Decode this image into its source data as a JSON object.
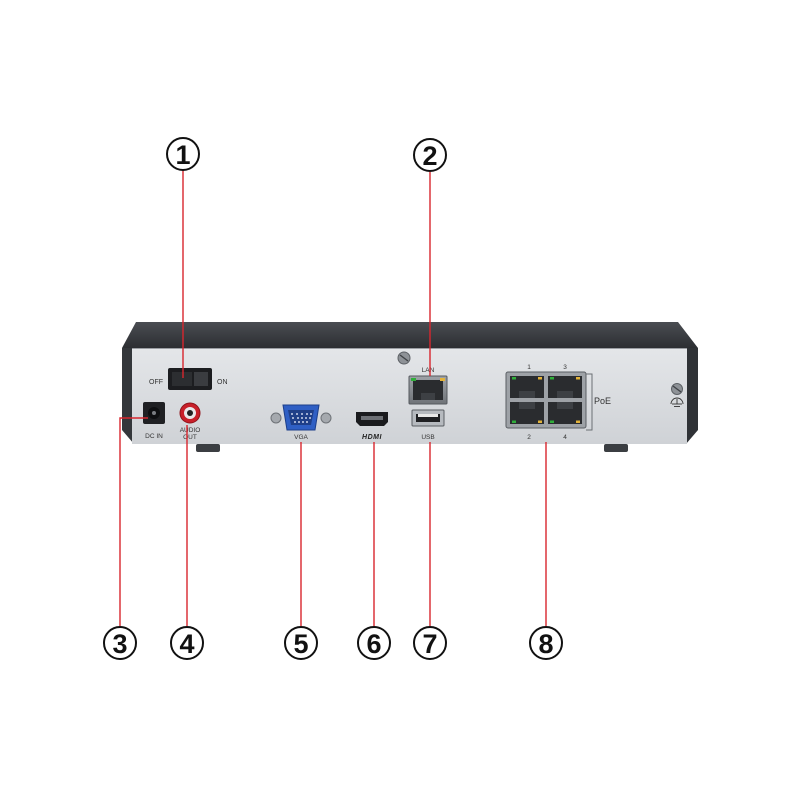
{
  "panel_labels": {
    "off": "OFF",
    "on": "ON",
    "dc_in": "DC IN",
    "audio": "AUDIO",
    "out": "OUT",
    "vga": "VGA",
    "hdmi": "HDMI",
    "lan": "LAN",
    "usb": "USB",
    "poe": "PoE",
    "port_1": "1",
    "port_2": "2",
    "port_3": "3",
    "port_4": "4"
  },
  "callouts": [
    {
      "number": "1",
      "port": "power-switch"
    },
    {
      "number": "2",
      "port": "lan-port"
    },
    {
      "number": "3",
      "port": "dc-in-port"
    },
    {
      "number": "4",
      "port": "audio-out-port"
    },
    {
      "number": "5",
      "port": "vga-port"
    },
    {
      "number": "6",
      "port": "hdmi-port"
    },
    {
      "number": "7",
      "port": "usb-port"
    },
    {
      "number": "8",
      "port": "poe-ports"
    }
  ],
  "colors": {
    "callout_line": "#d8262e",
    "chassis_top": "#3a3d42",
    "rear_panel": "#d9dbde",
    "vga_blue": "#2f5fc4",
    "audio_red": "#c8202a",
    "led_green": "#2fae3a"
  }
}
